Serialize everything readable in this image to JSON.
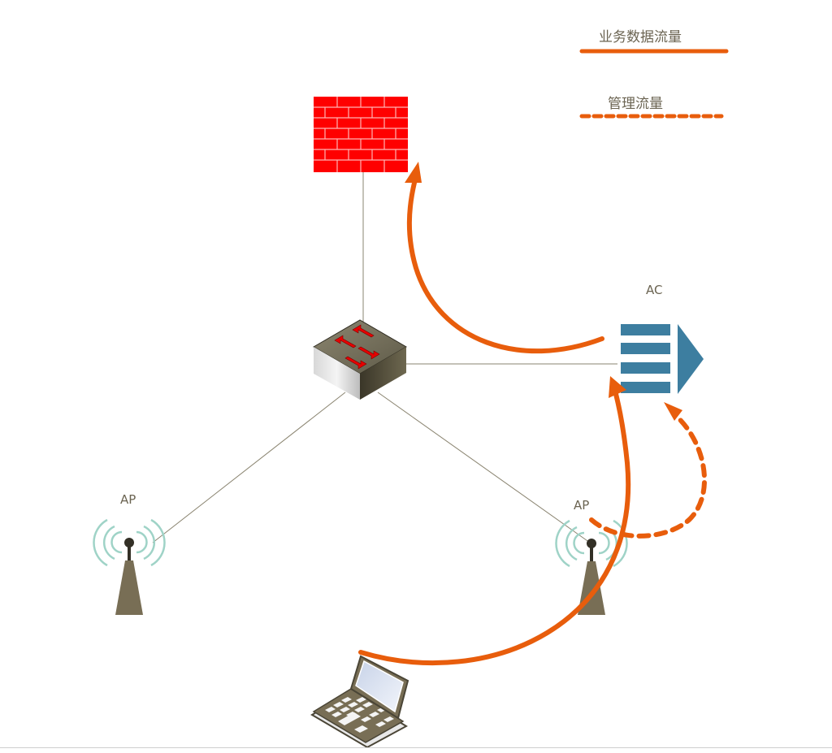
{
  "legend": {
    "data_traffic_label": "业务数据流量",
    "mgmt_traffic_label": "管理流量"
  },
  "nodes": {
    "firewall": {
      "icon": "firewall-icon"
    },
    "switch": {
      "icon": "switch-icon"
    },
    "ac": {
      "label": "AC",
      "icon": "ac-controller-icon"
    },
    "ap_left": {
      "label": "AP",
      "icon": "access-point-icon"
    },
    "ap_right": {
      "label": "AP",
      "icon": "access-point-icon"
    },
    "laptop": {
      "icon": "laptop-icon"
    }
  },
  "colors": {
    "traffic": "#e85d0c",
    "firewall": "#ff0000",
    "ac": "#3d7ea0",
    "link": "#8a8470",
    "wifi": "#9fd3c7",
    "tower": "#786e55"
  }
}
